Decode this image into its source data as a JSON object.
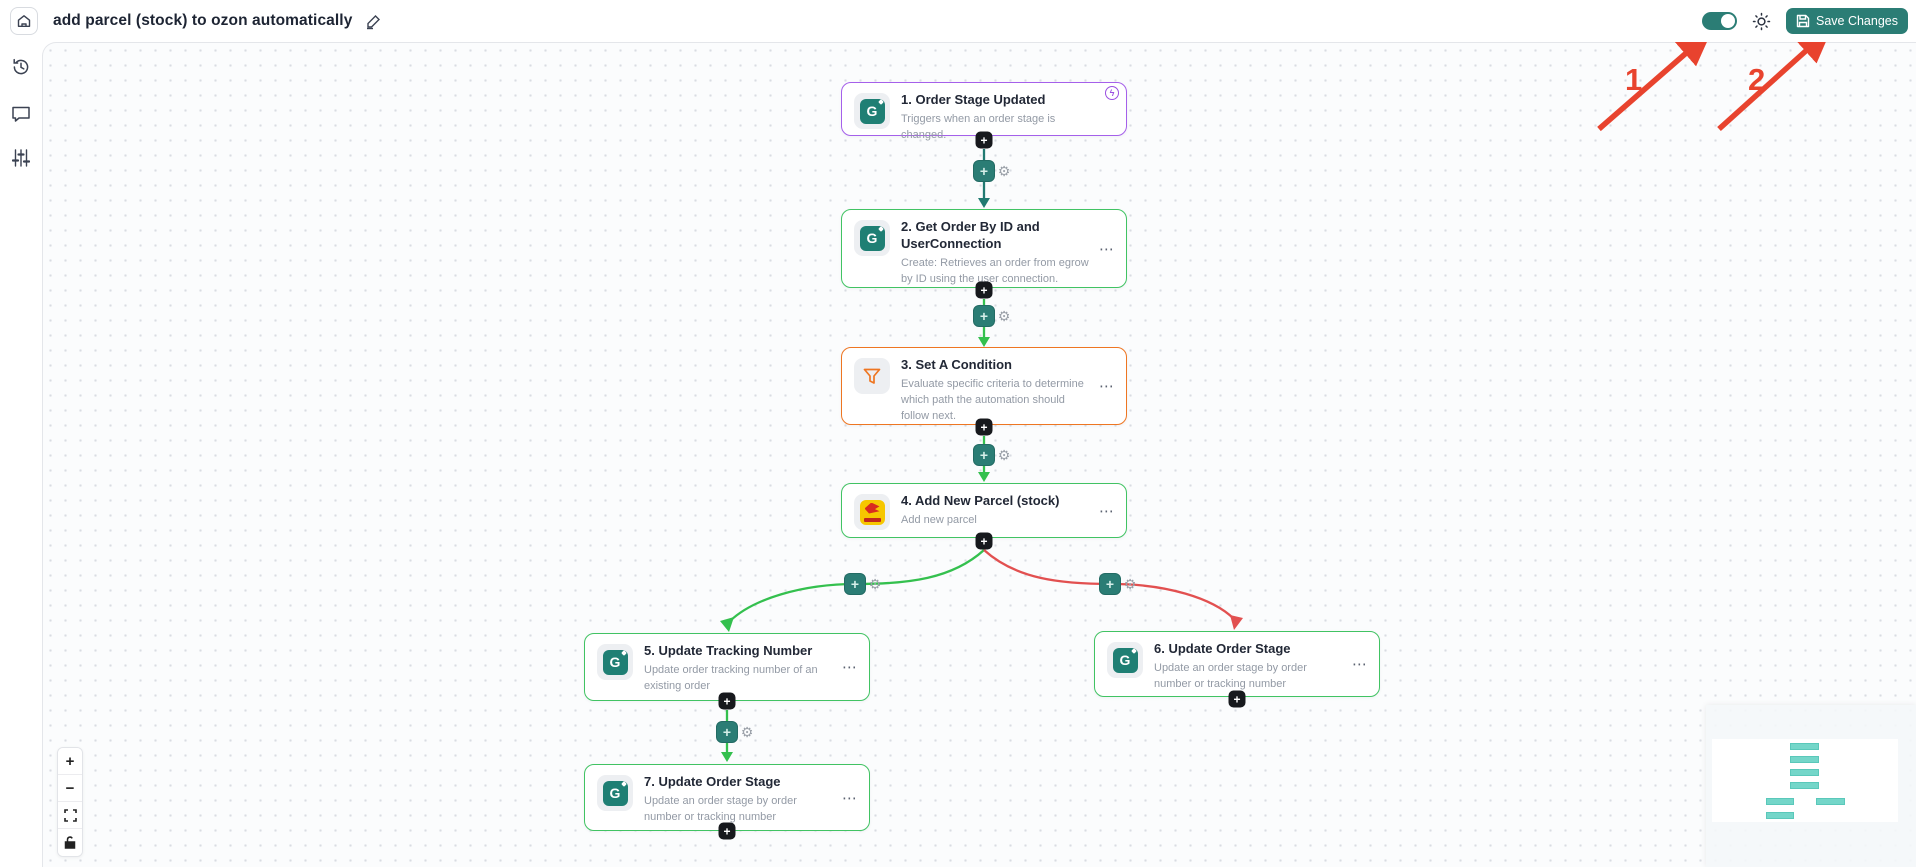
{
  "header": {
    "title": "add parcel (stock) to ozon automatically",
    "save_button": "Save Changes",
    "toggle_state": "on"
  },
  "annotations": {
    "step1": "1",
    "step2": "2"
  },
  "glyphs": {
    "plus": "+",
    "minus": "−",
    "ellipsis": "⋯",
    "gear": "⚙",
    "bolt": "ϟ",
    "logo_letter": "G"
  },
  "nodes": [
    {
      "title": "1. Order Stage Updated",
      "description": "Triggers when an order stage is changed.",
      "type": "trigger"
    },
    {
      "title": "2. Get Order By ID and UserConnection",
      "description": "Create: Retrieves an order from egrow by ID using the user connection.",
      "type": "action"
    },
    {
      "title": "3. Set A Condition",
      "description": "Evaluate specific criteria to determine which path the automation should follow next.",
      "type": "condition"
    },
    {
      "title": "4. Add New Parcel (stock)",
      "description": "Add new parcel",
      "type": "action"
    },
    {
      "title": "5. Update Tracking Number",
      "description": "Update order tracking number of an existing order",
      "type": "action"
    },
    {
      "title": "6. Update Order Stage",
      "description": "Update an order stage by order number or tracking number",
      "type": "action"
    },
    {
      "title": "7. Update Order Stage",
      "description": "Update an order stage by order number or tracking number",
      "type": "action"
    }
  ],
  "colors": {
    "accent_teal": "#2b7d75",
    "trigger_purple": "#a560ea",
    "action_green": "#41c363",
    "condition_orange": "#ee7622",
    "branch_red": "#e25050",
    "annotation_red": "#e8432e",
    "minimap_teal": "#74d6c9"
  }
}
